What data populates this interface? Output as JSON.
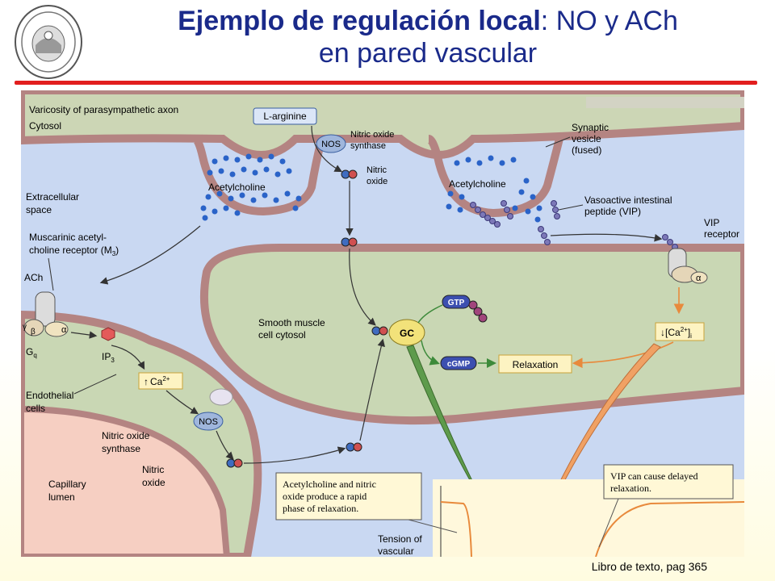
{
  "slide": {
    "title_bold": "Ejemplo de regulación local",
    "title_rest": ": NO y ACh",
    "title_line2": "en pared vascular",
    "caption": "Libro de texto, pag 365"
  },
  "labels": {
    "varicosity": "Varicosity of parasympathetic axon",
    "cytosol": "Cytosol",
    "larginine": "L-arginine",
    "nos": "NOS",
    "nitric_oxide_synthase_1": "Nitric oxide",
    "nitric_oxide_synthase_2": "synthase",
    "nitric_oxide_1a": "Nitric",
    "nitric_oxide_1b": "oxide",
    "synaptic_1": "Synaptic",
    "synaptic_2": "vesicle",
    "synaptic_3": "(fused)",
    "acetylcholine_left": "Acetylcholine",
    "acetylcholine_right": "Acetylcholine",
    "extracellular_1": "Extracellular",
    "extracellular_2": "space",
    "vip_1": "Vasoactive intestinal",
    "vip_2": "peptide (VIP)",
    "vip_receptor_1": "VIP",
    "vip_receptor_2": "receptor",
    "muscarinic_1": "Muscarinic acetyl-",
    "muscarinic_2": "choline receptor (M",
    "muscarinic_sub": "3",
    "muscarinic_end": ")",
    "ach": "ACh",
    "alpha_left": "α",
    "beta": "β",
    "gamma": "γ",
    "gq": "G",
    "gq_sub": "q",
    "ip3": "IP",
    "ip3_sub": "3",
    "ca_arrow": "↑",
    "ca": "Ca",
    "ca_sup": "2+",
    "smooth_1": "Smooth muscle",
    "smooth_2": "cell cytosol",
    "gc": "GC",
    "gtp": "GTP",
    "cgmp": "cGMP",
    "relaxation": "Relaxation",
    "ca_i": "↓[Ca",
    "ca_i_sup": "2+",
    "ca_i_end": "]",
    "ca_i_sub": "i",
    "alpha_right": "α",
    "endothelial_1": "Endothelial",
    "endothelial_2": "cells",
    "nos2": "NOS",
    "nos2_1": "Nitric oxide",
    "nos2_2": "synthase",
    "nitric2_1": "Nitric",
    "nitric2_2": "oxide",
    "capillary_1": "Capillary",
    "capillary_2": "lumen",
    "note_left_1": "Acetylcholine and nitric",
    "note_left_2": "oxide produce a rapid",
    "note_left_3": "phase of relaxation.",
    "note_right_1": "VIP can cause delayed",
    "note_right_2": "relaxation.",
    "tension_1": "Tension of",
    "tension_2": "vascular"
  },
  "colors": {
    "title": "#1a2a8a",
    "rule": "#e21e1e",
    "space": "#c9d8f2",
    "membrane": "#b48482",
    "cell_fill": "#c9d7b4",
    "lumen": "#f6cfc2",
    "vesicle_dot": "#2a63c8",
    "relax_arrow": "#e88a3c",
    "gc_green": "#4e8a3e"
  }
}
